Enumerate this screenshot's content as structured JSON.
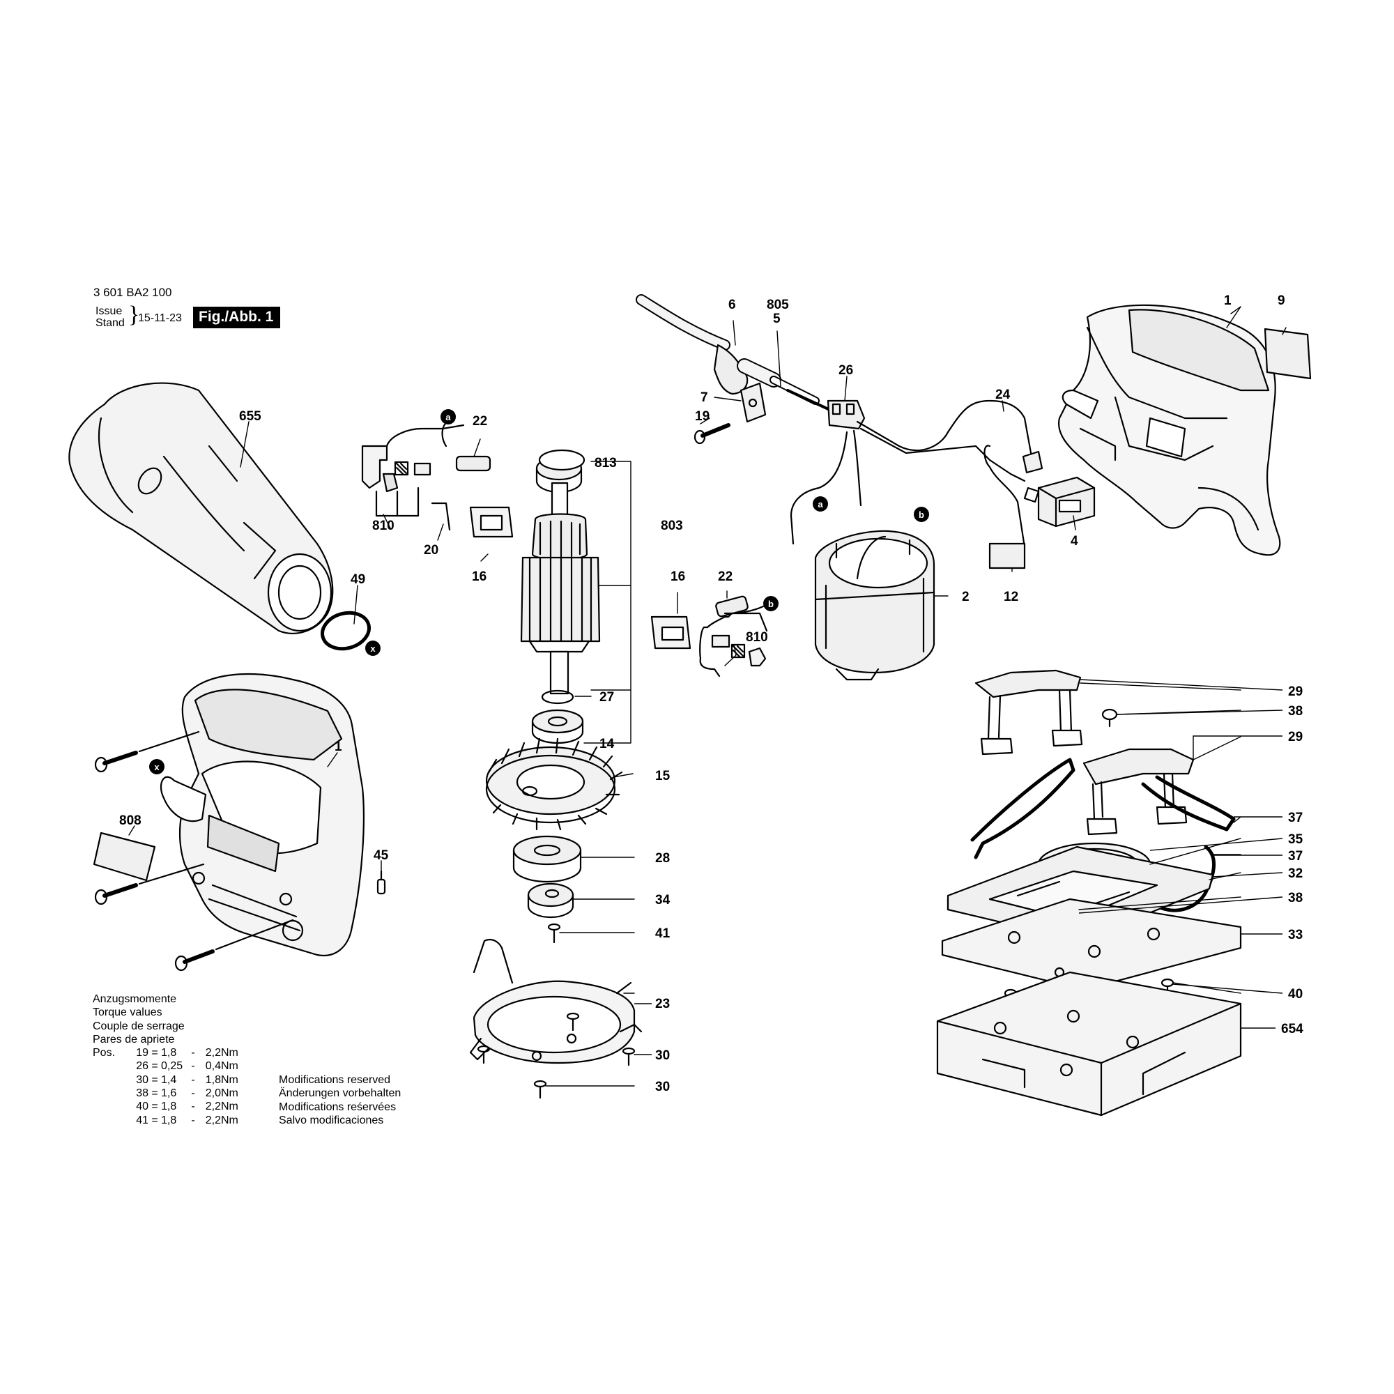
{
  "header": {
    "part_number": "3 601 BA2 100",
    "issue_label": "Issue",
    "stand_label": "Stand",
    "brace": "}",
    "date": "15-11-23",
    "figure_label": "Fig./Abb. 1"
  },
  "torque": {
    "headings": [
      "Anzugsmomente",
      "Torque values",
      "Couple de serrage",
      "Pares de apriete"
    ],
    "pos_label": "Pos.",
    "rows": [
      {
        "pos": "19",
        "min": "1,8",
        "max": "2,2",
        "unit": "Nm"
      },
      {
        "pos": "26",
        "min": "0,25",
        "max": "0,4",
        "unit": "Nm"
      },
      {
        "pos": "30",
        "min": "1,4",
        "max": "1,8",
        "unit": "Nm"
      },
      {
        "pos": "38",
        "min": "1,6",
        "max": "2,0",
        "unit": "Nm"
      },
      {
        "pos": "40",
        "min": "1,8",
        "max": "2,2",
        "unit": "Nm"
      },
      {
        "pos": "41",
        "min": "1,8",
        "max": "2,2",
        "unit": "Nm"
      }
    ]
  },
  "modifications": [
    "Modifications reserved",
    "Änderungen vorbehalten",
    "Modifications reśervées",
    "Salvo modificaciones"
  ],
  "connector_markers": {
    "a": "a",
    "b": "b",
    "x": "x"
  },
  "part_labels": {
    "p655": "655",
    "p49": "49",
    "p1_housing": "1",
    "p808": "808",
    "p45": "45",
    "p22_left": "22",
    "p810_left": "810",
    "p20": "20",
    "p16_left": "16",
    "p813": "813",
    "p803": "803",
    "p27": "27",
    "p14": "14",
    "p15": "15",
    "p28": "28",
    "p34": "34",
    "p41": "41",
    "p23": "23",
    "p30_a": "30",
    "p30_b": "30",
    "p16_right": "16",
    "p22_right": "22",
    "p810_right": "810",
    "p6": "6",
    "p805": "805",
    "p5": "5",
    "p7": "7",
    "p19": "19",
    "p26": "26",
    "p24": "24",
    "p1_shell": "1",
    "p9": "9",
    "p4": "4",
    "p2": "2",
    "p12": "12",
    "p29_a": "29",
    "p38_a": "38",
    "p29_b": "29",
    "p37_a": "37",
    "p35": "35",
    "p37_b": "37",
    "p32": "32",
    "p38_b": "38",
    "p33": "33",
    "p40": "40",
    "p654": "654"
  }
}
